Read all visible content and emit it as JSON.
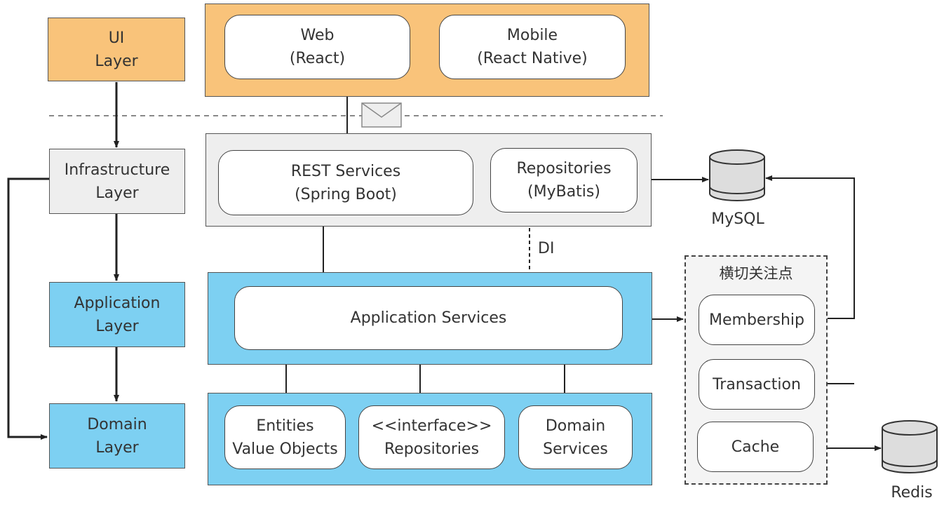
{
  "layers": {
    "ui": [
      "UI",
      "Layer"
    ],
    "infrastructure": [
      "Infrastructure",
      "Layer"
    ],
    "application": [
      "Application",
      "Layer"
    ],
    "domain": [
      "Domain",
      "Layer"
    ]
  },
  "ui_panel": {
    "web": [
      "Web",
      "(React)"
    ],
    "mobile": [
      "Mobile",
      "(React Native)"
    ]
  },
  "infra_panel": {
    "rest": [
      "REST Services",
      "(Spring Boot)"
    ],
    "repositories": [
      "Repositories",
      "(MyBatis)"
    ]
  },
  "app_panel": {
    "services": "Application Services"
  },
  "domain_panel": {
    "entities": [
      "Entities",
      "Value Objects"
    ],
    "interface_repos": [
      "<<interface>>",
      "Repositories"
    ],
    "domain_services": [
      "Domain",
      "Services"
    ]
  },
  "di_label": "DI",
  "cross_cutting": {
    "title": "横切关注点",
    "membership": "Membership",
    "transaction": "Transaction",
    "cache": "Cache"
  },
  "databases": {
    "mysql": "MySQL",
    "redis": "Redis"
  },
  "colors": {
    "ui": "#f9c37a",
    "infra": "#eeeeee",
    "app_domain": "#7dd0f2"
  }
}
